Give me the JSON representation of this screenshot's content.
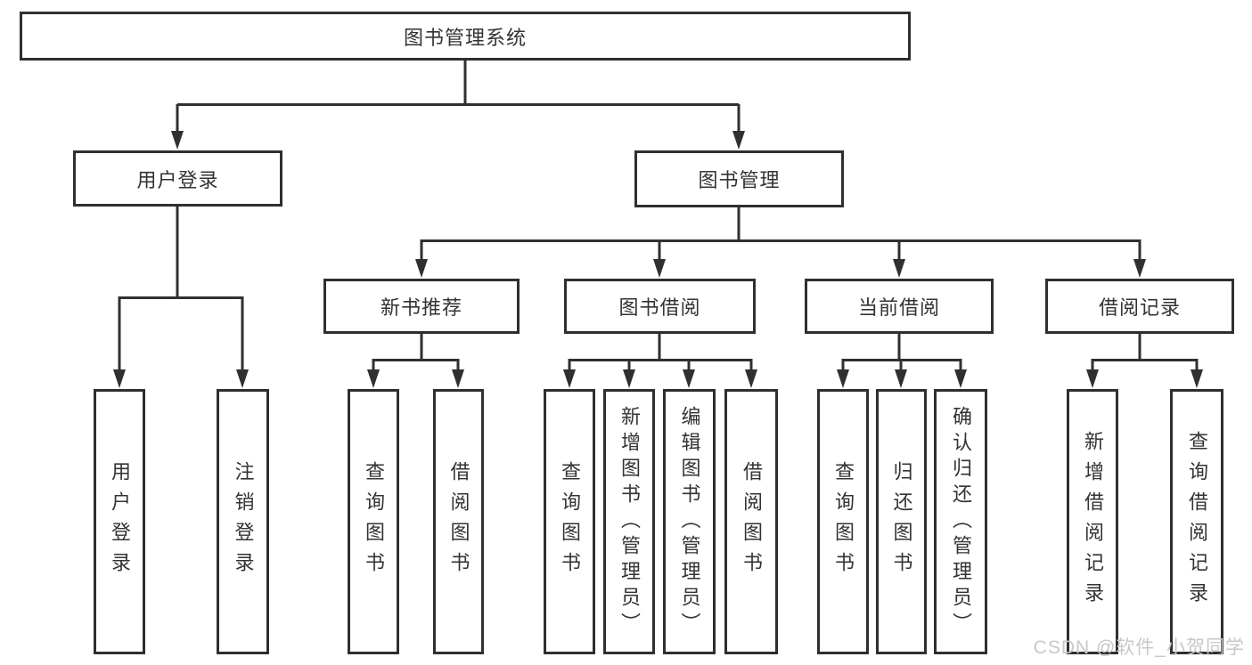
{
  "diagram": {
    "title": "图书管理系统",
    "level2": [
      {
        "label": "用户登录",
        "children": [
          {
            "label": "用户登录"
          },
          {
            "label": "注销登录"
          }
        ]
      },
      {
        "label": "图书管理"
      }
    ],
    "level3": [
      {
        "label": "新书推荐",
        "children": [
          {
            "label": "查询图书"
          },
          {
            "label": "借阅图书"
          }
        ]
      },
      {
        "label": "图书借阅",
        "children": [
          {
            "label": "查询图书"
          },
          {
            "label": "新增图书（管理员）"
          },
          {
            "label": "编辑图书（管理员）"
          },
          {
            "label": "借阅图书"
          }
        ]
      },
      {
        "label": "当前借阅",
        "children": [
          {
            "label": "查询图书"
          },
          {
            "label": "归还图书"
          },
          {
            "label": "确认归还（管理员）"
          }
        ]
      },
      {
        "label": "借阅记录",
        "children": [
          {
            "label": "新增借阅记录"
          },
          {
            "label": "查询借阅记录"
          }
        ]
      }
    ]
  },
  "watermark": {
    "text": "CSDN @软件_小贺同学"
  },
  "colors": {
    "line": "#303030",
    "box_border": "#2f2f2f",
    "box_fill": "#ffffff",
    "text": "#333333",
    "watermark": "#c8c8c8",
    "background": "#ffffff"
  }
}
